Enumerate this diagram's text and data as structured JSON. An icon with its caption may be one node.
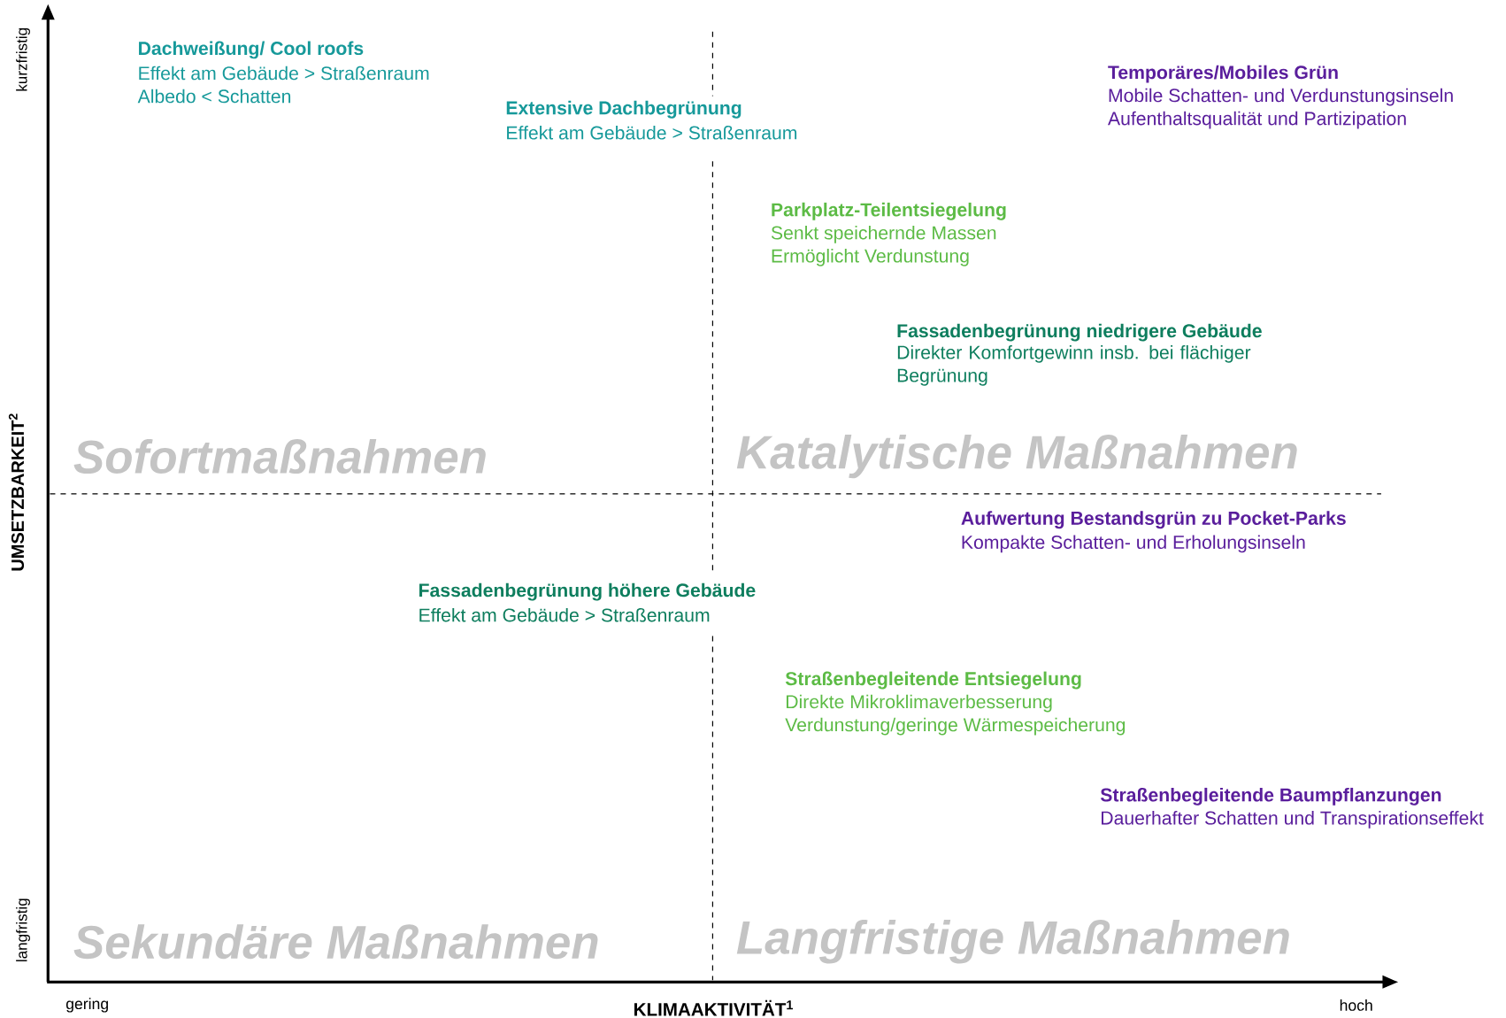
{
  "diagram": {
    "labels": [
      "kurzfristig",
      "Dachweißung/ Cool roofs",
      "Effekt am Gebäude > Straßenraum",
      "Albedo < Schatten",
      "Temporäres/Mobiles Grün",
      "Mobile Schatten- und Verdunstungsinseln",
      "Aufenthaltsqualität und Partizipation",
      "Extensive Dachbegrünung",
      "Effekt am Gebäude > Straßenraum",
      "Parkplatz-Teilentsiegelung",
      "Senkt speichernde Massen",
      "Ermöglicht Verdunstung",
      "Fassadenbegrünung niedrigere Gebäude",
      "Direkter Komfortgewinn insb. bei flächiger Begrünung",
      "Sofortmaßnahmen",
      "Katalytische Maßnahmen",
      "UMSETZBARKEIT$^{2}$",
      "Aufwertung Bestandsgrün zu Pocket-Parks",
      "Kompakte Schatten- und Erholungsinseln",
      "Fassadenbegrünung höhere Gebäude",
      "Effekt am Gebäude > Straßenraum",
      "Straßenbegleitende Entsiegelung",
      "Direkte Mikroklimaverbesserung",
      "Verdunstung/geringe Wärmespeicherung",
      "Straßenbegleitende Baumpflanzungen",
      "Dauerhafter Schatten und Transpirationseffekt",
      "langfristig",
      "Sekundäre Maßnahmen",
      "Langfristige Maßnahmen",
      "gering",
      "KLIMAAKTIVITÄT$^{1}$",
      "hoch"
    ]
  }
}
